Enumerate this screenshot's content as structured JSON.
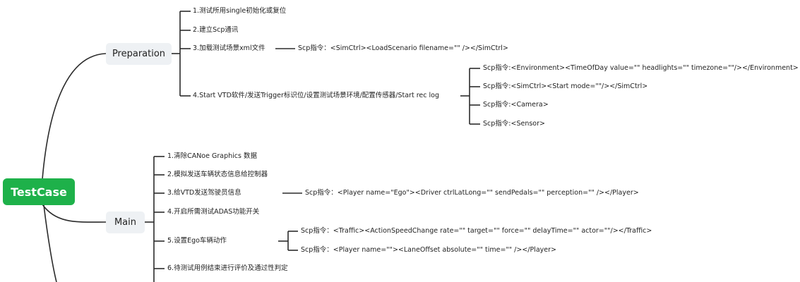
{
  "root": {
    "label": "TestCase"
  },
  "preparation": {
    "label": "Preparation",
    "items": [
      {
        "label": "1.测试所用single初始化或复位"
      },
      {
        "label": "2.建立Scp通讯"
      },
      {
        "label": "3.加载测试场景xml文件",
        "detail": "Scp指令：<SimCtrl><LoadScenario filename=\"\"  /></SimCtrl>"
      },
      {
        "label": "4.Start VTD软件/发送Trigger标识位/设置测试场景环境/配置传感器/Start rec log",
        "details": [
          "Scp指令:<Environment><TimeOfDay value=\"\"  headlights=\"\" timezone=\"\"/></Environment>",
          "Scp指令:<SimCtrl><Start  mode=\"\"/></SimCtrl>",
          "Scp指令:<Camera>",
          "Scp指令:<Sensor>"
        ]
      }
    ]
  },
  "main": {
    "label": "Main",
    "items": [
      {
        "label": "1.清除CANoe Graphics 数据"
      },
      {
        "label": "2.模拟发送车辆状态信息给控制器"
      },
      {
        "label": "3.给VTD发送驾驶员信息",
        "detail": "Scp指令：<Player name=\"Ego\"><Driver ctrlLatLong=\"\" sendPedals=\"\" perception=\"\" /></Player>"
      },
      {
        "label": "4.开启所需测试ADAS功能开关"
      },
      {
        "label": "5.设置Ego车辆动作",
        "details": [
          "Scp指令：<Traffic><ActionSpeedChange rate=\"\" target=\"\" force=\"\" delayTime=\"\" actor=\"\"/></Traffic>",
          "Scp指令：<Player name=\"\"><LaneOffset absolute=\"\" time=\"\" /></Player>"
        ]
      },
      {
        "label": "6.待测试用例结束进行评价及通过性判定"
      }
    ]
  },
  "colors": {
    "line": "#2b2b2b",
    "root_bg": "#1eb14a",
    "node_bg": "#eef1f4"
  }
}
